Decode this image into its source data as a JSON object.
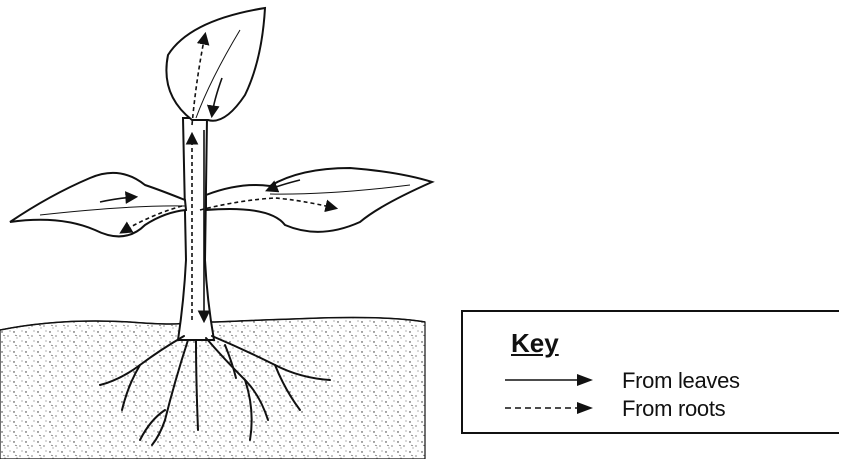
{
  "key": {
    "title": "Key",
    "entries": [
      {
        "label": "From leaves",
        "line_style": "solid"
      },
      {
        "label": "From roots",
        "line_style": "dashed"
      }
    ]
  },
  "colors": {
    "ink": "#111111",
    "background": "#ffffff"
  }
}
